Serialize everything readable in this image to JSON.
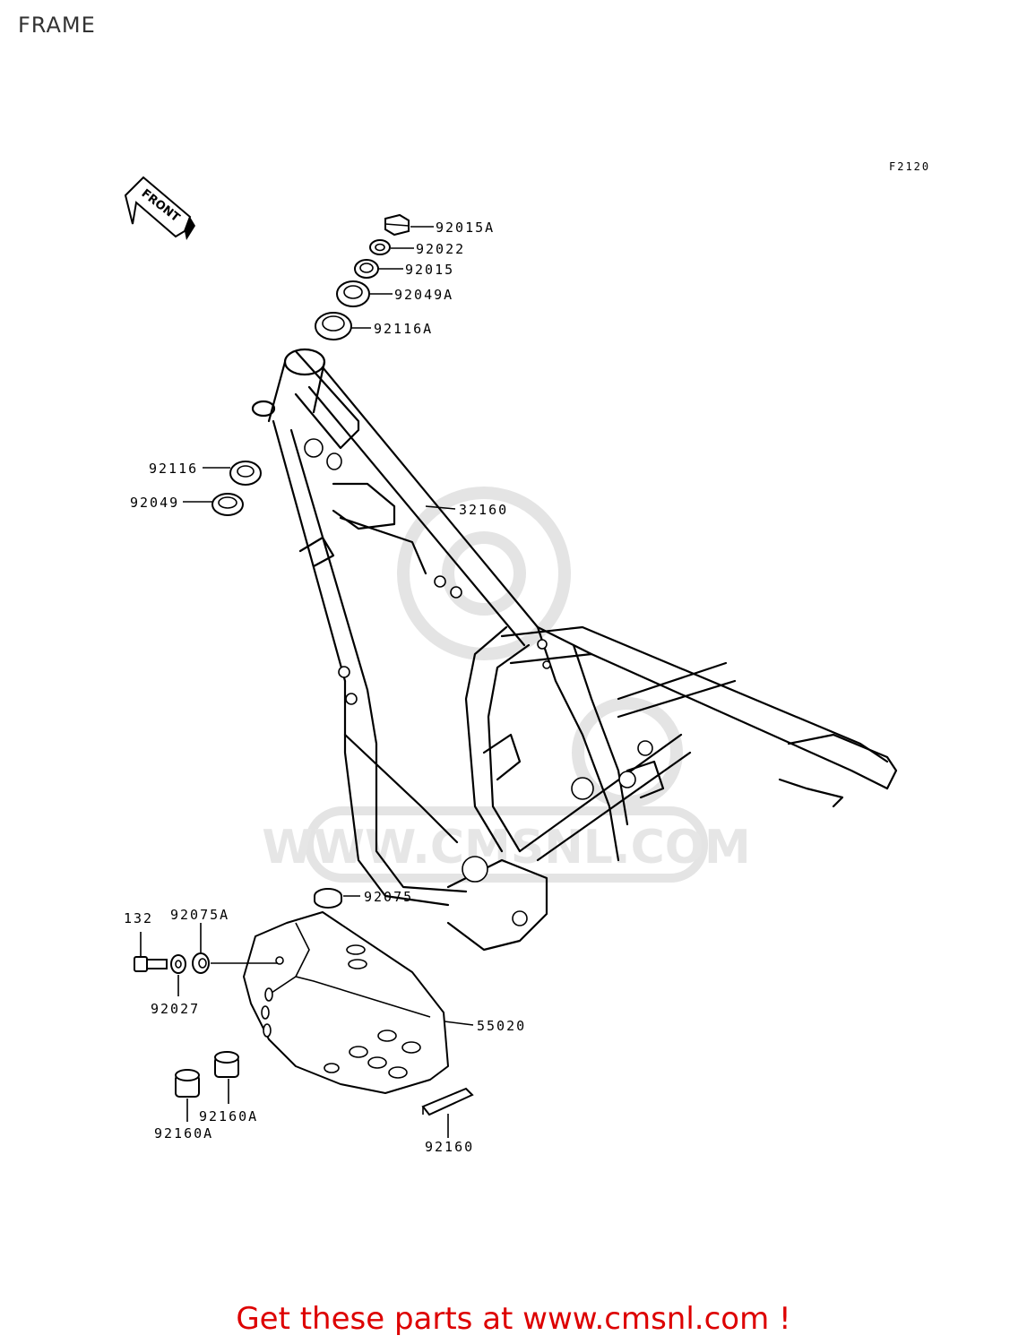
{
  "header": {
    "title": "FRAME"
  },
  "diagram": {
    "figure_code": "F2120",
    "front_arrow_text": "FRONT",
    "watermark_text": "WWW.CMSNL.COM",
    "callouts": [
      {
        "id": "92015A",
        "label": "92015A"
      },
      {
        "id": "92022",
        "label": "92022"
      },
      {
        "id": "92015",
        "label": "92015"
      },
      {
        "id": "92049A",
        "label": "92049A"
      },
      {
        "id": "92116A",
        "label": "92116A"
      },
      {
        "id": "92116",
        "label": "92116"
      },
      {
        "id": "92049",
        "label": "92049"
      },
      {
        "id": "32160",
        "label": "32160"
      },
      {
        "id": "92075",
        "label": "92075"
      },
      {
        "id": "132",
        "label": "132"
      },
      {
        "id": "92075A",
        "label": "92075A"
      },
      {
        "id": "92027",
        "label": "92027"
      },
      {
        "id": "55020",
        "label": "55020"
      },
      {
        "id": "92160A_upper",
        "label": "92160A"
      },
      {
        "id": "92160A_lower",
        "label": "92160A"
      },
      {
        "id": "92160",
        "label": "92160"
      }
    ]
  },
  "footer": {
    "promo_text": "Get these parts at www.cmsnl.com !"
  },
  "colors": {
    "promo": "#dd0000",
    "lines": "#000000",
    "watermark": "#e4e4e4"
  }
}
